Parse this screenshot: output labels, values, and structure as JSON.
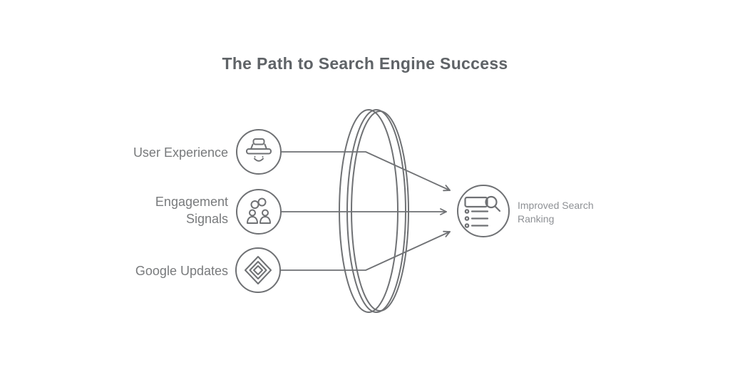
{
  "title": "The Path to Search Engine Success",
  "colors": {
    "background": "#ffffff",
    "stroke": "#6f7174",
    "title_text": "#5f6367",
    "label_text": "#787a7c",
    "caption_text": "#8e9195"
  },
  "inputs": [
    {
      "label": "User Experience",
      "icon": "user-with-hat-icon"
    },
    {
      "label": "Engagement Signals",
      "icon": "linked-people-icon"
    },
    {
      "label": "Google Updates",
      "icon": "nested-diamonds-icon"
    }
  ],
  "lens": {
    "shape": "converging-lens"
  },
  "output": {
    "label": "Improved Search Ranking",
    "icon": "search-results-icon"
  }
}
